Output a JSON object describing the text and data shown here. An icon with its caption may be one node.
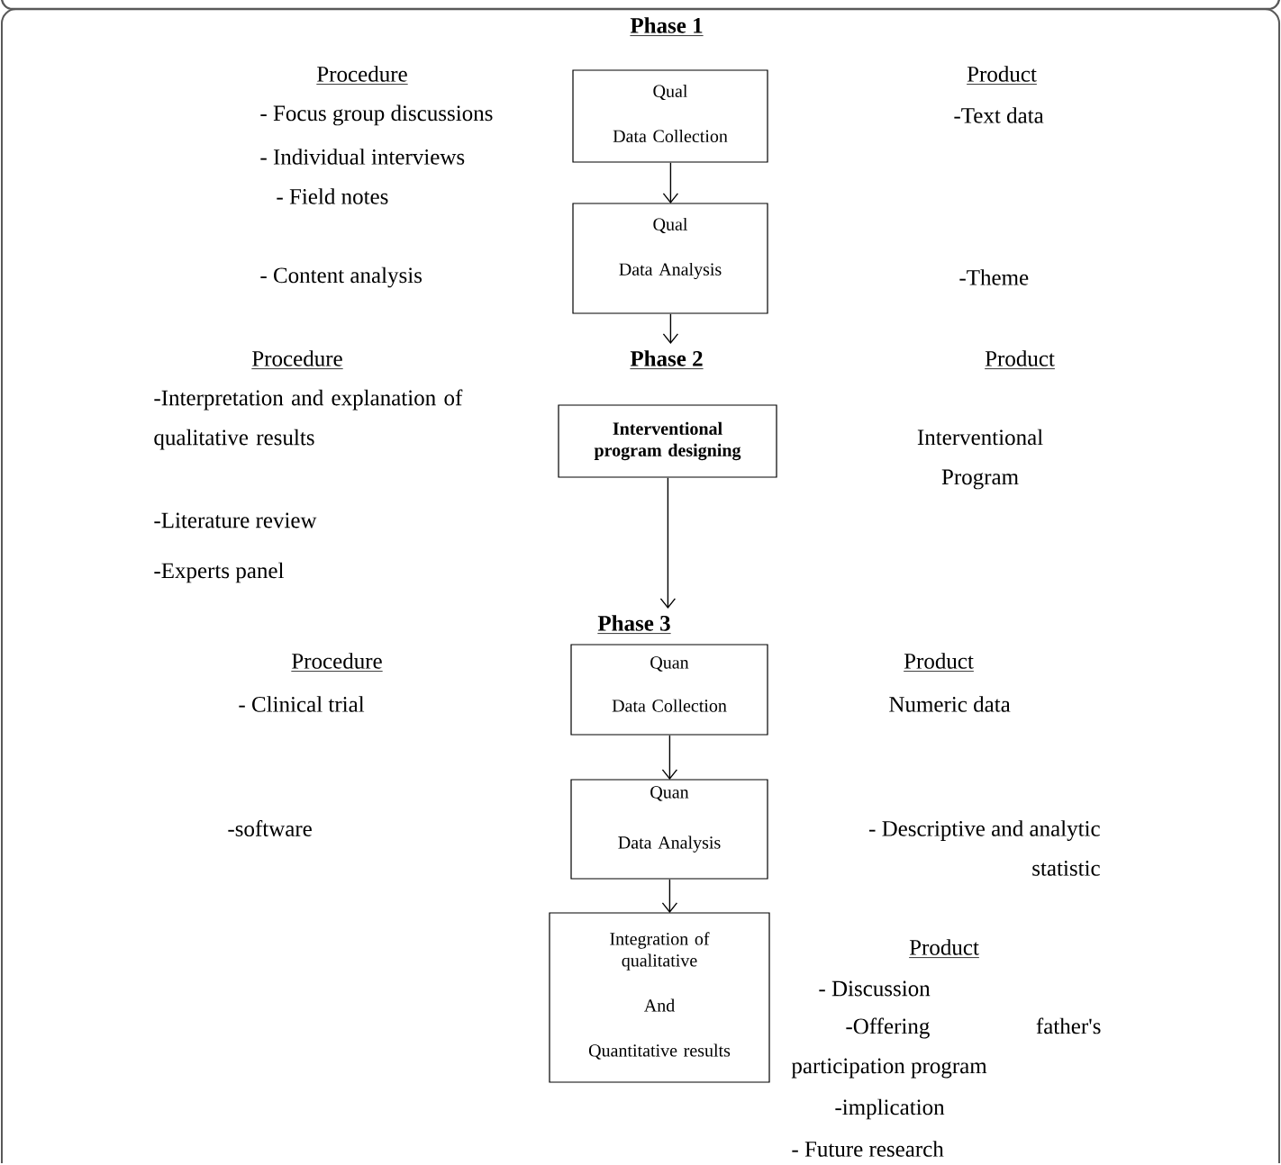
{
  "diagram": {
    "nodes": [
      {
        "text": [
          "Phase 1",
          "Qual",
          "Data Collection"
        ]
      },
      {
        "text": [
          "Qual",
          "Data Analysis"
        ]
      },
      {
        "text": [
          "Phase 2",
          "Interventional program designing"
        ]
      },
      {
        "text": [
          "Phase 3",
          "Quan",
          "Data Collection"
        ]
      },
      {
        "text": [
          "Quan",
          "Data Analysis"
        ]
      },
      {
        "text": [
          "Integration of qualitative",
          "And",
          "Quantitative results"
        ]
      }
    ],
    "edges": [
      {
        "from": 0,
        "to": 1,
        "arrow": "to"
      },
      {
        "from": 1,
        "to": 2,
        "arrow": "to"
      },
      {
        "from": 2,
        "to": 3,
        "arrow": "to"
      },
      {
        "from": 3,
        "to": 4,
        "arrow": "to"
      },
      {
        "from": 4,
        "to": 5,
        "arrow": "to"
      }
    ],
    "labels": [
      "Procedure",
      "Product",
      "- Focus group discussions",
      "-Text data",
      "- Individual interviews",
      "- Field notes",
      "- Content analysis",
      "-Theme",
      "Procedure",
      "Product",
      "-Interpretation and explanation of qualitative results",
      "Interventional Program",
      "-Literature review",
      "-Experts panel",
      "Procedure",
      "Product",
      "- Clinical trial",
      "Numeric data",
      "-software",
      "- Descriptive and analytic statistic",
      "Product",
      "- Discussion",
      "-Offering father's participation program",
      "-implication",
      "- Future research"
    ]
  }
}
